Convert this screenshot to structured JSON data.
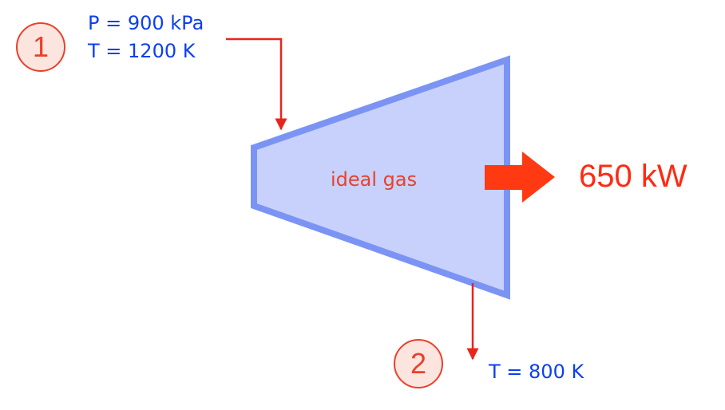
{
  "diagram": {
    "inlet": {
      "state_number": "1",
      "pressure_text": "P = 900 kPa",
      "temperature_text": "T = 1200 K"
    },
    "outlet": {
      "state_number": "2",
      "temperature_text": "T = 800 K"
    },
    "device": {
      "label": "ideal gas"
    },
    "power_output": {
      "label": "650 kW"
    },
    "colors": {
      "turbine_fill": "#c7d1fb",
      "turbine_stroke": "#7b94f4",
      "state_label_text": "#0d3ff0",
      "arrow_red": "#e8251b",
      "power_arrow": "#ff3a12",
      "state_circle_fill": "#fde5df",
      "state_circle_stroke": "#e9412b"
    }
  }
}
